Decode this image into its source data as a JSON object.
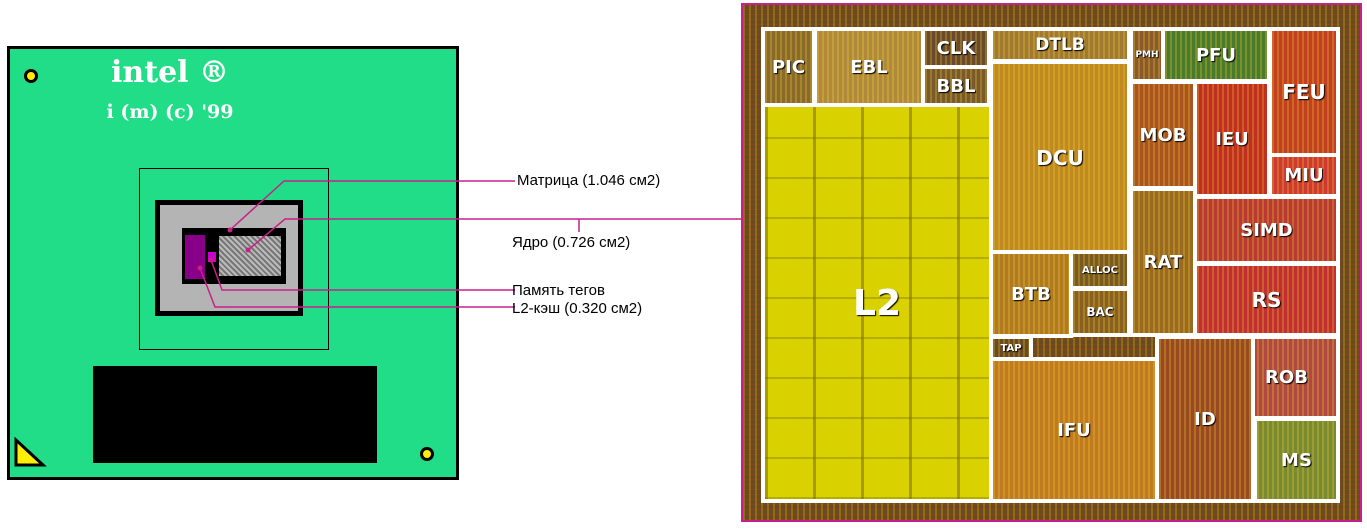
{
  "package": {
    "brand": "intel ®",
    "copyright": "i (m) (c) '99",
    "colors": {
      "substrate": "#22dd88",
      "die": "#ffffff",
      "core": "#777777",
      "tag": "#880088",
      "frame": "#000000",
      "accent": "#c8208a"
    }
  },
  "callouts": {
    "matrix": "Матрица (1.046 см2)",
    "core": "Ядро (0.726 см2)",
    "tags": "Память тегов",
    "l2": "L2-кэш (0.320 см2)"
  },
  "die_blocks": [
    {
      "id": "pic",
      "label": "PIC"
    },
    {
      "id": "ebl",
      "label": "EBL"
    },
    {
      "id": "clk",
      "label": "CLK"
    },
    {
      "id": "bbl",
      "label": "BBL"
    },
    {
      "id": "dtlb",
      "label": "DTLB"
    },
    {
      "id": "pmh",
      "label": "PMH"
    },
    {
      "id": "pfu",
      "label": "PFU"
    },
    {
      "id": "feu",
      "label": "FEU"
    },
    {
      "id": "dcu",
      "label": "DCU"
    },
    {
      "id": "mob",
      "label": "MOB"
    },
    {
      "id": "ieu",
      "label": "IEU"
    },
    {
      "id": "miu",
      "label": "MIU"
    },
    {
      "id": "simd",
      "label": "SIMD"
    },
    {
      "id": "rat",
      "label": "RAT"
    },
    {
      "id": "l2",
      "label": "L2"
    },
    {
      "id": "btb",
      "label": "BTB"
    },
    {
      "id": "alloc",
      "label": "ALLOC"
    },
    {
      "id": "bac",
      "label": "BAC"
    },
    {
      "id": "rs",
      "label": "RS"
    },
    {
      "id": "tap",
      "label": "TAP"
    },
    {
      "id": "rob",
      "label": "ROB"
    },
    {
      "id": "ifu",
      "label": "IFU"
    },
    {
      "id": "id",
      "label": "ID"
    },
    {
      "id": "ms",
      "label": "MS"
    }
  ]
}
